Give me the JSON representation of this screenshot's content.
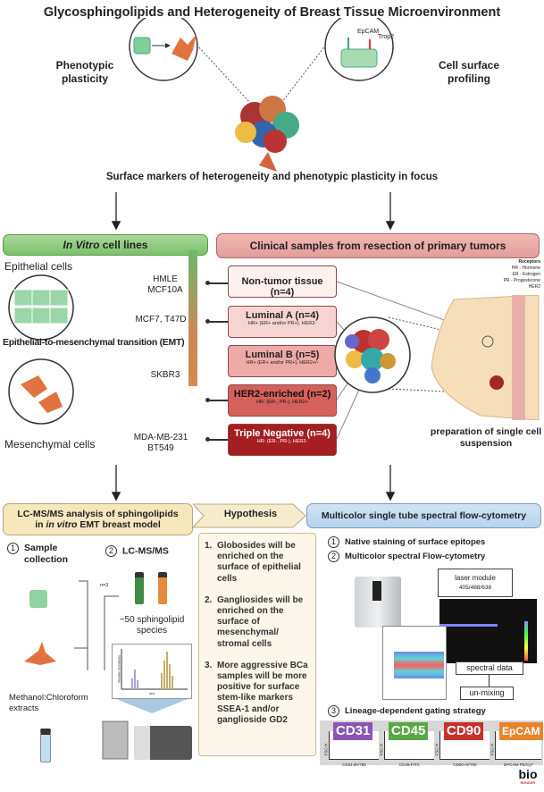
{
  "title": "Glycosphingolipids and Heterogeneity of Breast Tissue Microenvironment",
  "top": {
    "left_label": "Phenotypic plasticity",
    "right_label": "Cell surface profiling",
    "markers": [
      "EpCAM",
      "Trop2"
    ],
    "focus": "Surface markers of heterogeneity and phenotypic plasticity in focus"
  },
  "invitro": {
    "header_italic": "In Vitro",
    "header_rest": " cell lines",
    "epithelial": "Epithelial cells",
    "mesenchymal": "Mesenchymal cells",
    "emt": "Epithelial-to-mesenchymal transition (EMT)",
    "lines": [
      "HMLE",
      "MCF10A",
      "MCF7, T47D",
      "SKBR3",
      "MDA-MB-231",
      "BT549"
    ]
  },
  "clinical": {
    "header": "Clinical samples from resection of primary tumors",
    "samples": [
      {
        "name": "Non-tumor tissue (n=4)",
        "sub": "",
        "color": "#fdf1f0"
      },
      {
        "name": "Luminal A (n=4)",
        "sub": "HR+ (ER+ and/or PR+), HER2-",
        "color": "#f7d4d2"
      },
      {
        "name": "Luminal B (n=5)",
        "sub": "HR+ (ER+ and/or PR+), HER2+/-",
        "color": "#eeaaa7"
      },
      {
        "name": "HER2-enriched (n=2)",
        "sub": "HR- (ER-, PR-), HER2+",
        "color": "#d6615c"
      },
      {
        "name": "Triple Negative (n=4)",
        "sub": "HR- (ER-, PR-), HER2-",
        "color": "#a51e22"
      }
    ],
    "receptors": {
      "title": "Receptors",
      "items": [
        "HR - Hormone",
        "ER - Estrogen",
        "PR - Progesterone",
        "HER2"
      ]
    },
    "prep": "preparation of single cell suspension"
  },
  "lcms": {
    "header_1": "LC-MS/MS analysis of sphingolipids",
    "header_2_pre": "in ",
    "header_2_italic": "in vitro",
    "header_2_rest": " EMT breast model",
    "step1": "Sample collection",
    "step2": "LC-MS/MS",
    "n": "n=3",
    "species": "~50 sphingolipid species",
    "extracts": "Methanol:Chloroform extracts",
    "ylabel": "Relative abundance",
    "xlabel": "m/z"
  },
  "hypothesis": {
    "header": "Hypothesis",
    "items": [
      "Globosides will be enriched on the surface of epithelial cells",
      "Gangliosides will be enriched on the surface of mesenchymal/ stromal cells",
      "More aggressive BCa samples will be more positive for surface stem-like markers SSEA-1 and/or ganglioside GD2"
    ]
  },
  "flow": {
    "header": "Multicolor single tube spectral flow-cytometry",
    "step1": "Native staining of surface epitopes",
    "step2": "Multicolor spectral Flow-cytometry",
    "laser": "laser module",
    "laser_nm": "405/488/638",
    "spectral": "spectral data",
    "unmixing": "un-mixing",
    "step3": "Lineage-dependent gating strategy",
    "gates": [
      {
        "label": "CD31",
        "axis": "CD31-BV785",
        "color": "#8a55b5"
      },
      {
        "label": "CD45",
        "axis": "CD45-FITC",
        "color": "#5aa845"
      },
      {
        "label": "CD90",
        "axis": "CD90-AF700",
        "color": "#c8302c"
      },
      {
        "label": "EpCAM",
        "axis": "EPCAM-PE/Cy7",
        "color": "#e8842c"
      }
    ],
    "gate_y": "FSC-H"
  },
  "logo": {
    "line1": "bio",
    "line2": "RENDER"
  }
}
